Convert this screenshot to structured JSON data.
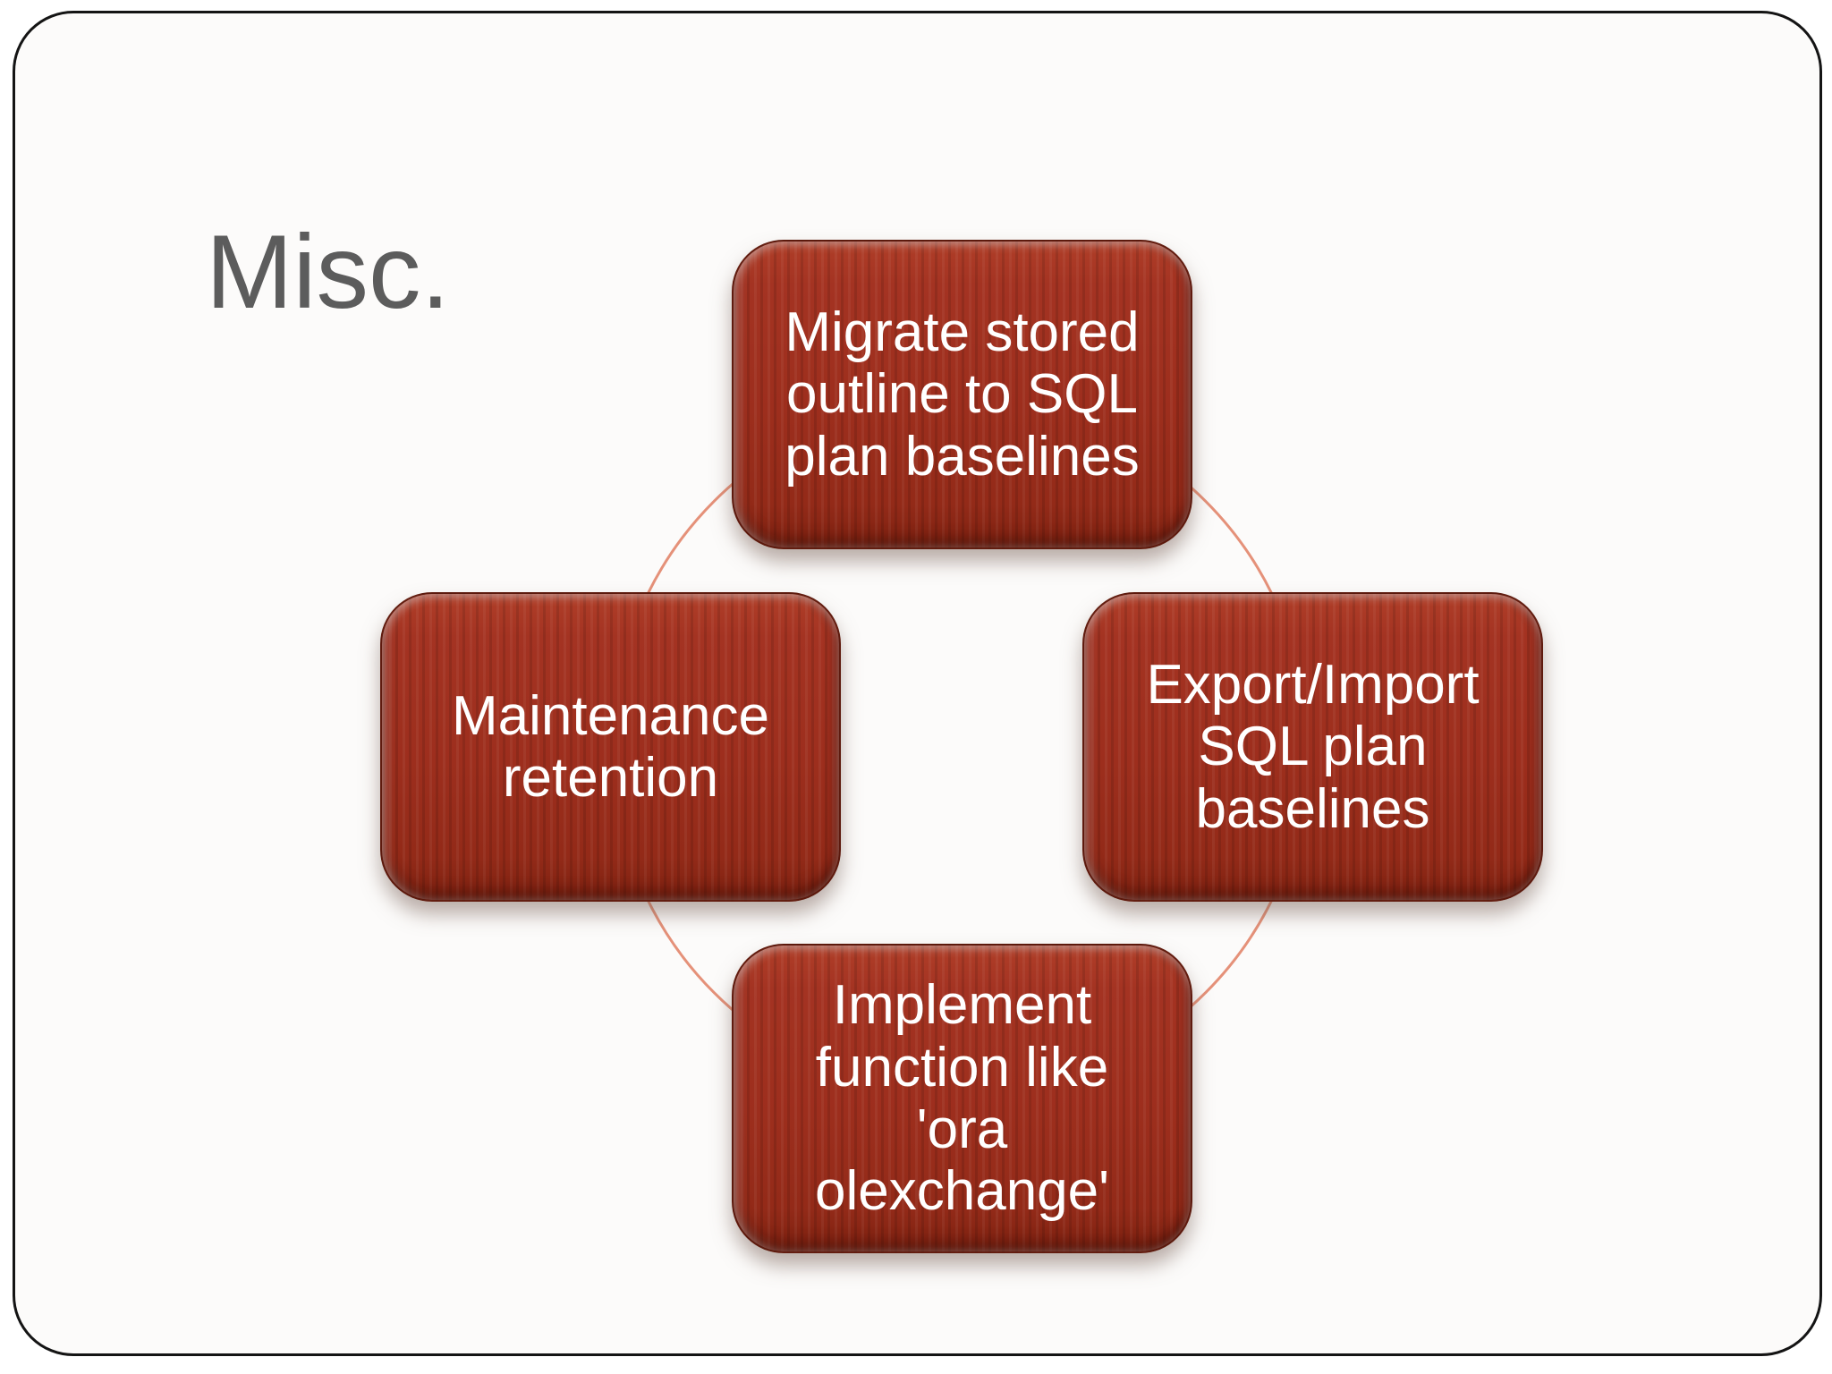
{
  "slide": {
    "title": "Misc.",
    "title_color": "#5c5c5c",
    "background_color": "#fcfbfa",
    "frame_border_color": "#141414"
  },
  "diagram": {
    "type": "cycle",
    "ring_color": "#e59179",
    "node_fill_color": "#9d2e1d",
    "node_text_color": "#ffffff",
    "nodes": [
      {
        "id": "top",
        "label": "Migrate stored\noutline to SQL\nplan baselines"
      },
      {
        "id": "right",
        "label": "Export/Import\nSQL plan\nbaselines"
      },
      {
        "id": "bottom",
        "label": "Implement\nfunction like\n'ora\nolexchange'"
      },
      {
        "id": "left",
        "label": "Maintenance\nretention"
      }
    ]
  }
}
